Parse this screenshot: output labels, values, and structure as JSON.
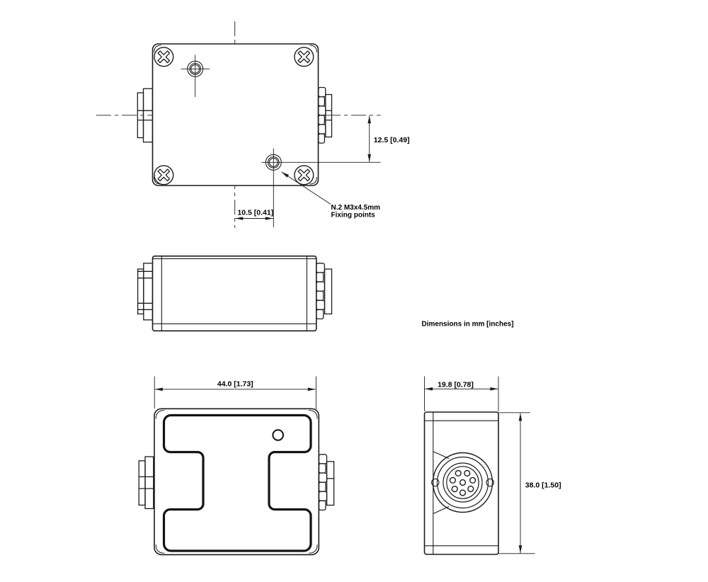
{
  "drawing": {
    "background": "#ffffff",
    "line_color": "#1c1c1c",
    "units_note": "Dimensions in mm [inches]",
    "fixing_note": {
      "line1": "N.2 M3x4.5mm",
      "line2": "Fixing points"
    },
    "dimensions": {
      "fixing_hole_offset_vertical": "12.5 [0.49]",
      "fixing_hole_offset_horizontal": "10.5 [0.41]",
      "width": "44.0 [1.73]",
      "depth": "19.8 [0.78]",
      "height": "38.0 [1.50]"
    }
  }
}
